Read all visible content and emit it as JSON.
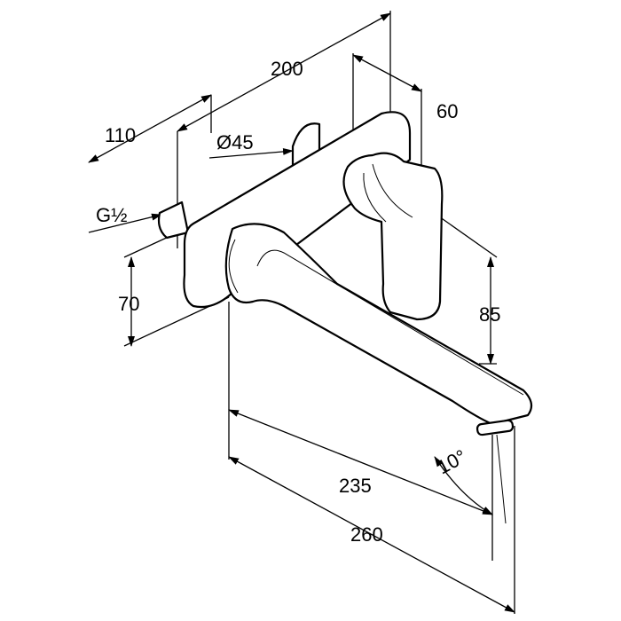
{
  "drawing": {
    "dimensions": {
      "d200": "200",
      "d110": "110",
      "d60": "60",
      "diameter": "Ø45",
      "thread": "G½",
      "d70": "70",
      "d85": "85",
      "angle": "10°",
      "d235": "235",
      "d260": "260"
    }
  }
}
